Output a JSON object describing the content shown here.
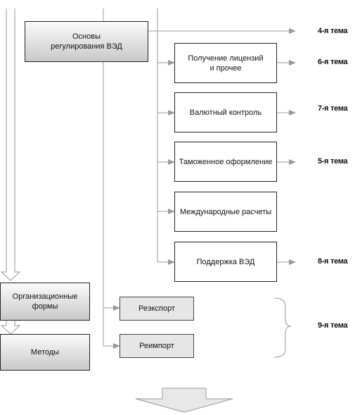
{
  "nodes": {
    "osnovy": "Основы\nрегулирования ВЭД",
    "licenses": "Получение лицензий\nи прочее",
    "currency": "Валютный контроль",
    "customs": "Таможенное оформление",
    "payments": "Международные расчеты",
    "support": "Поддержка ВЭД",
    "org_forms": "Организационные\nформы",
    "methods": "Методы",
    "reexport": "Реэкспорт",
    "reimport": "Реимпорт"
  },
  "topics": {
    "t4": "4-я тема",
    "t6": "6-я тема",
    "t7": "7-я тема",
    "t5": "5-я тема",
    "t8": "8-я тема",
    "t9": "9-я тема"
  },
  "colors": {
    "line": "#9a9a9a",
    "border": "#222222"
  }
}
